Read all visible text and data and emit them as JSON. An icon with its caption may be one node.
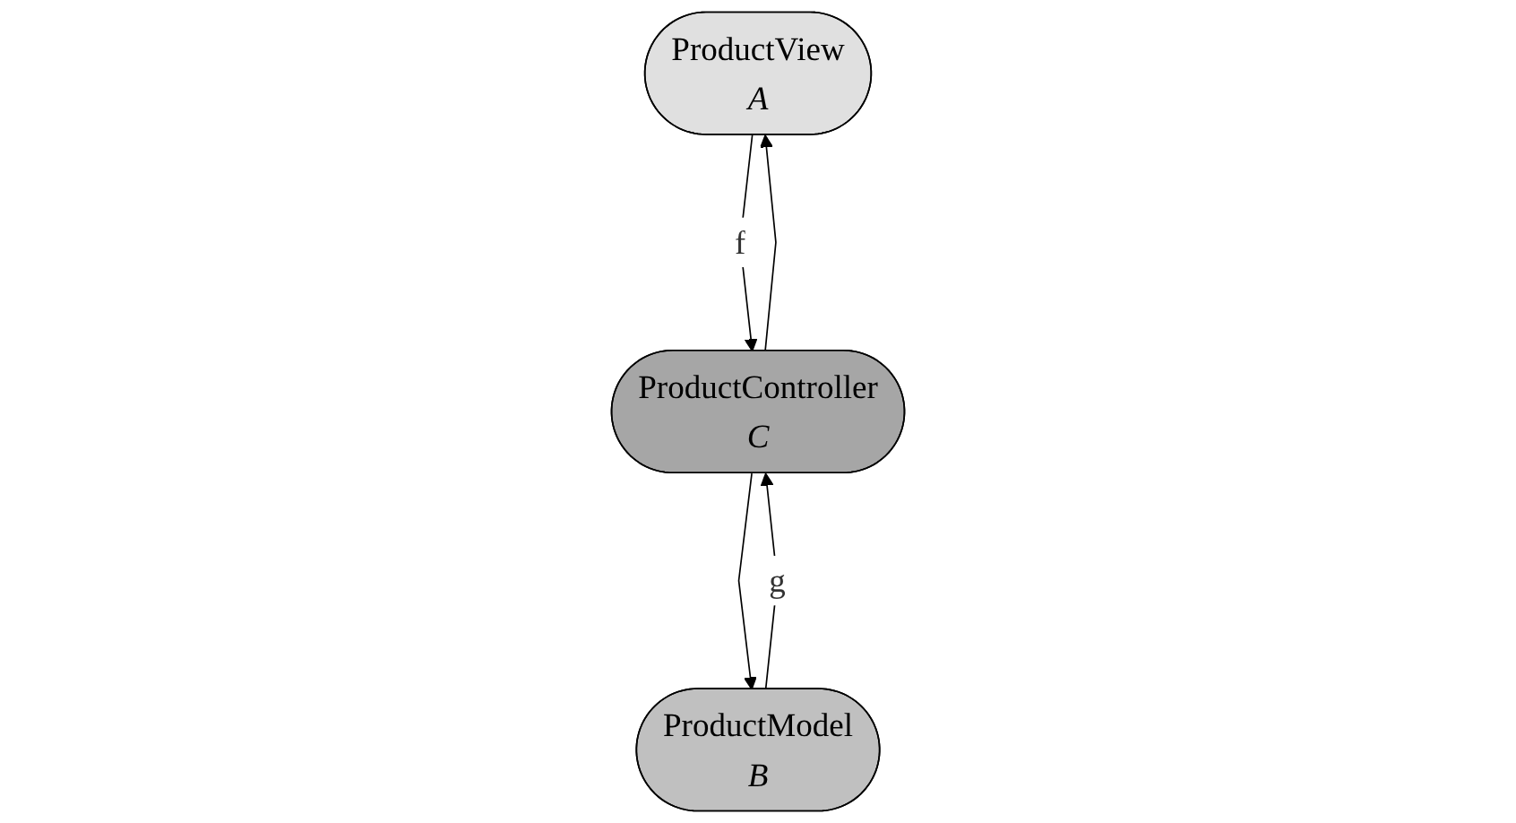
{
  "diagram": {
    "nodes": [
      {
        "text": [
          "ProductView",
          "A"
        ]
      },
      {
        "text": [
          "ProductModel",
          "B"
        ]
      },
      {
        "text": [
          "ProductController",
          "C"
        ]
      }
    ],
    "edges": [
      {
        "from": 0,
        "to": 2,
        "arrow": "to",
        "label": "f"
      },
      {
        "from": 2,
        "to": 0,
        "arrow": "to"
      },
      {
        "from": 2,
        "to": 1,
        "arrow": "to"
      },
      {
        "from": 1,
        "to": 2,
        "arrow": "to",
        "label": "g"
      }
    ]
  }
}
